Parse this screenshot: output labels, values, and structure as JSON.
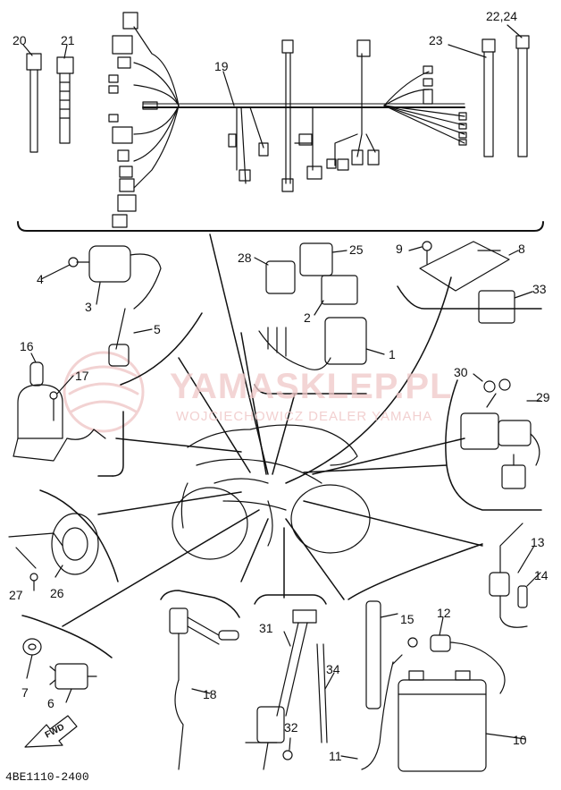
{
  "diagram": {
    "part_numbers": [
      {
        "id": "p20",
        "label": "20"
      },
      {
        "id": "p21",
        "label": "21"
      },
      {
        "id": "p19",
        "label": "19"
      },
      {
        "id": "p23",
        "label": "23"
      },
      {
        "id": "p22_24",
        "label": "22,24"
      },
      {
        "id": "p4",
        "label": "4"
      },
      {
        "id": "p3",
        "label": "3"
      },
      {
        "id": "p5",
        "label": "5"
      },
      {
        "id": "p28",
        "label": "28"
      },
      {
        "id": "p25",
        "label": "25"
      },
      {
        "id": "p2",
        "label": "2"
      },
      {
        "id": "p1",
        "label": "1"
      },
      {
        "id": "p9",
        "label": "9"
      },
      {
        "id": "p8",
        "label": "8"
      },
      {
        "id": "p33",
        "label": "33"
      },
      {
        "id": "p16",
        "label": "16"
      },
      {
        "id": "p17",
        "label": "17"
      },
      {
        "id": "p30",
        "label": "30"
      },
      {
        "id": "p29",
        "label": "29"
      },
      {
        "id": "p13",
        "label": "13"
      },
      {
        "id": "p14",
        "label": "14"
      },
      {
        "id": "p27",
        "label": "27"
      },
      {
        "id": "p26",
        "label": "26"
      },
      {
        "id": "p15",
        "label": "15"
      },
      {
        "id": "p12",
        "label": "12"
      },
      {
        "id": "p31",
        "label": "31"
      },
      {
        "id": "p34",
        "label": "34"
      },
      {
        "id": "p32",
        "label": "32"
      },
      {
        "id": "p7",
        "label": "7"
      },
      {
        "id": "p6",
        "label": "6"
      },
      {
        "id": "p18",
        "label": "18"
      },
      {
        "id": "p11",
        "label": "11"
      },
      {
        "id": "p10",
        "label": "10"
      }
    ],
    "forward_marker": "FWD",
    "reference_code": "4BE1110-2400"
  },
  "watermark": {
    "brand": "YAMASKLEP.PL",
    "dealer": "WOJCIECHOWICZ DEALER YAMAHA"
  },
  "colors": {
    "line": "#111111",
    "background": "#ffffff",
    "watermark": "#f0c8c8"
  }
}
